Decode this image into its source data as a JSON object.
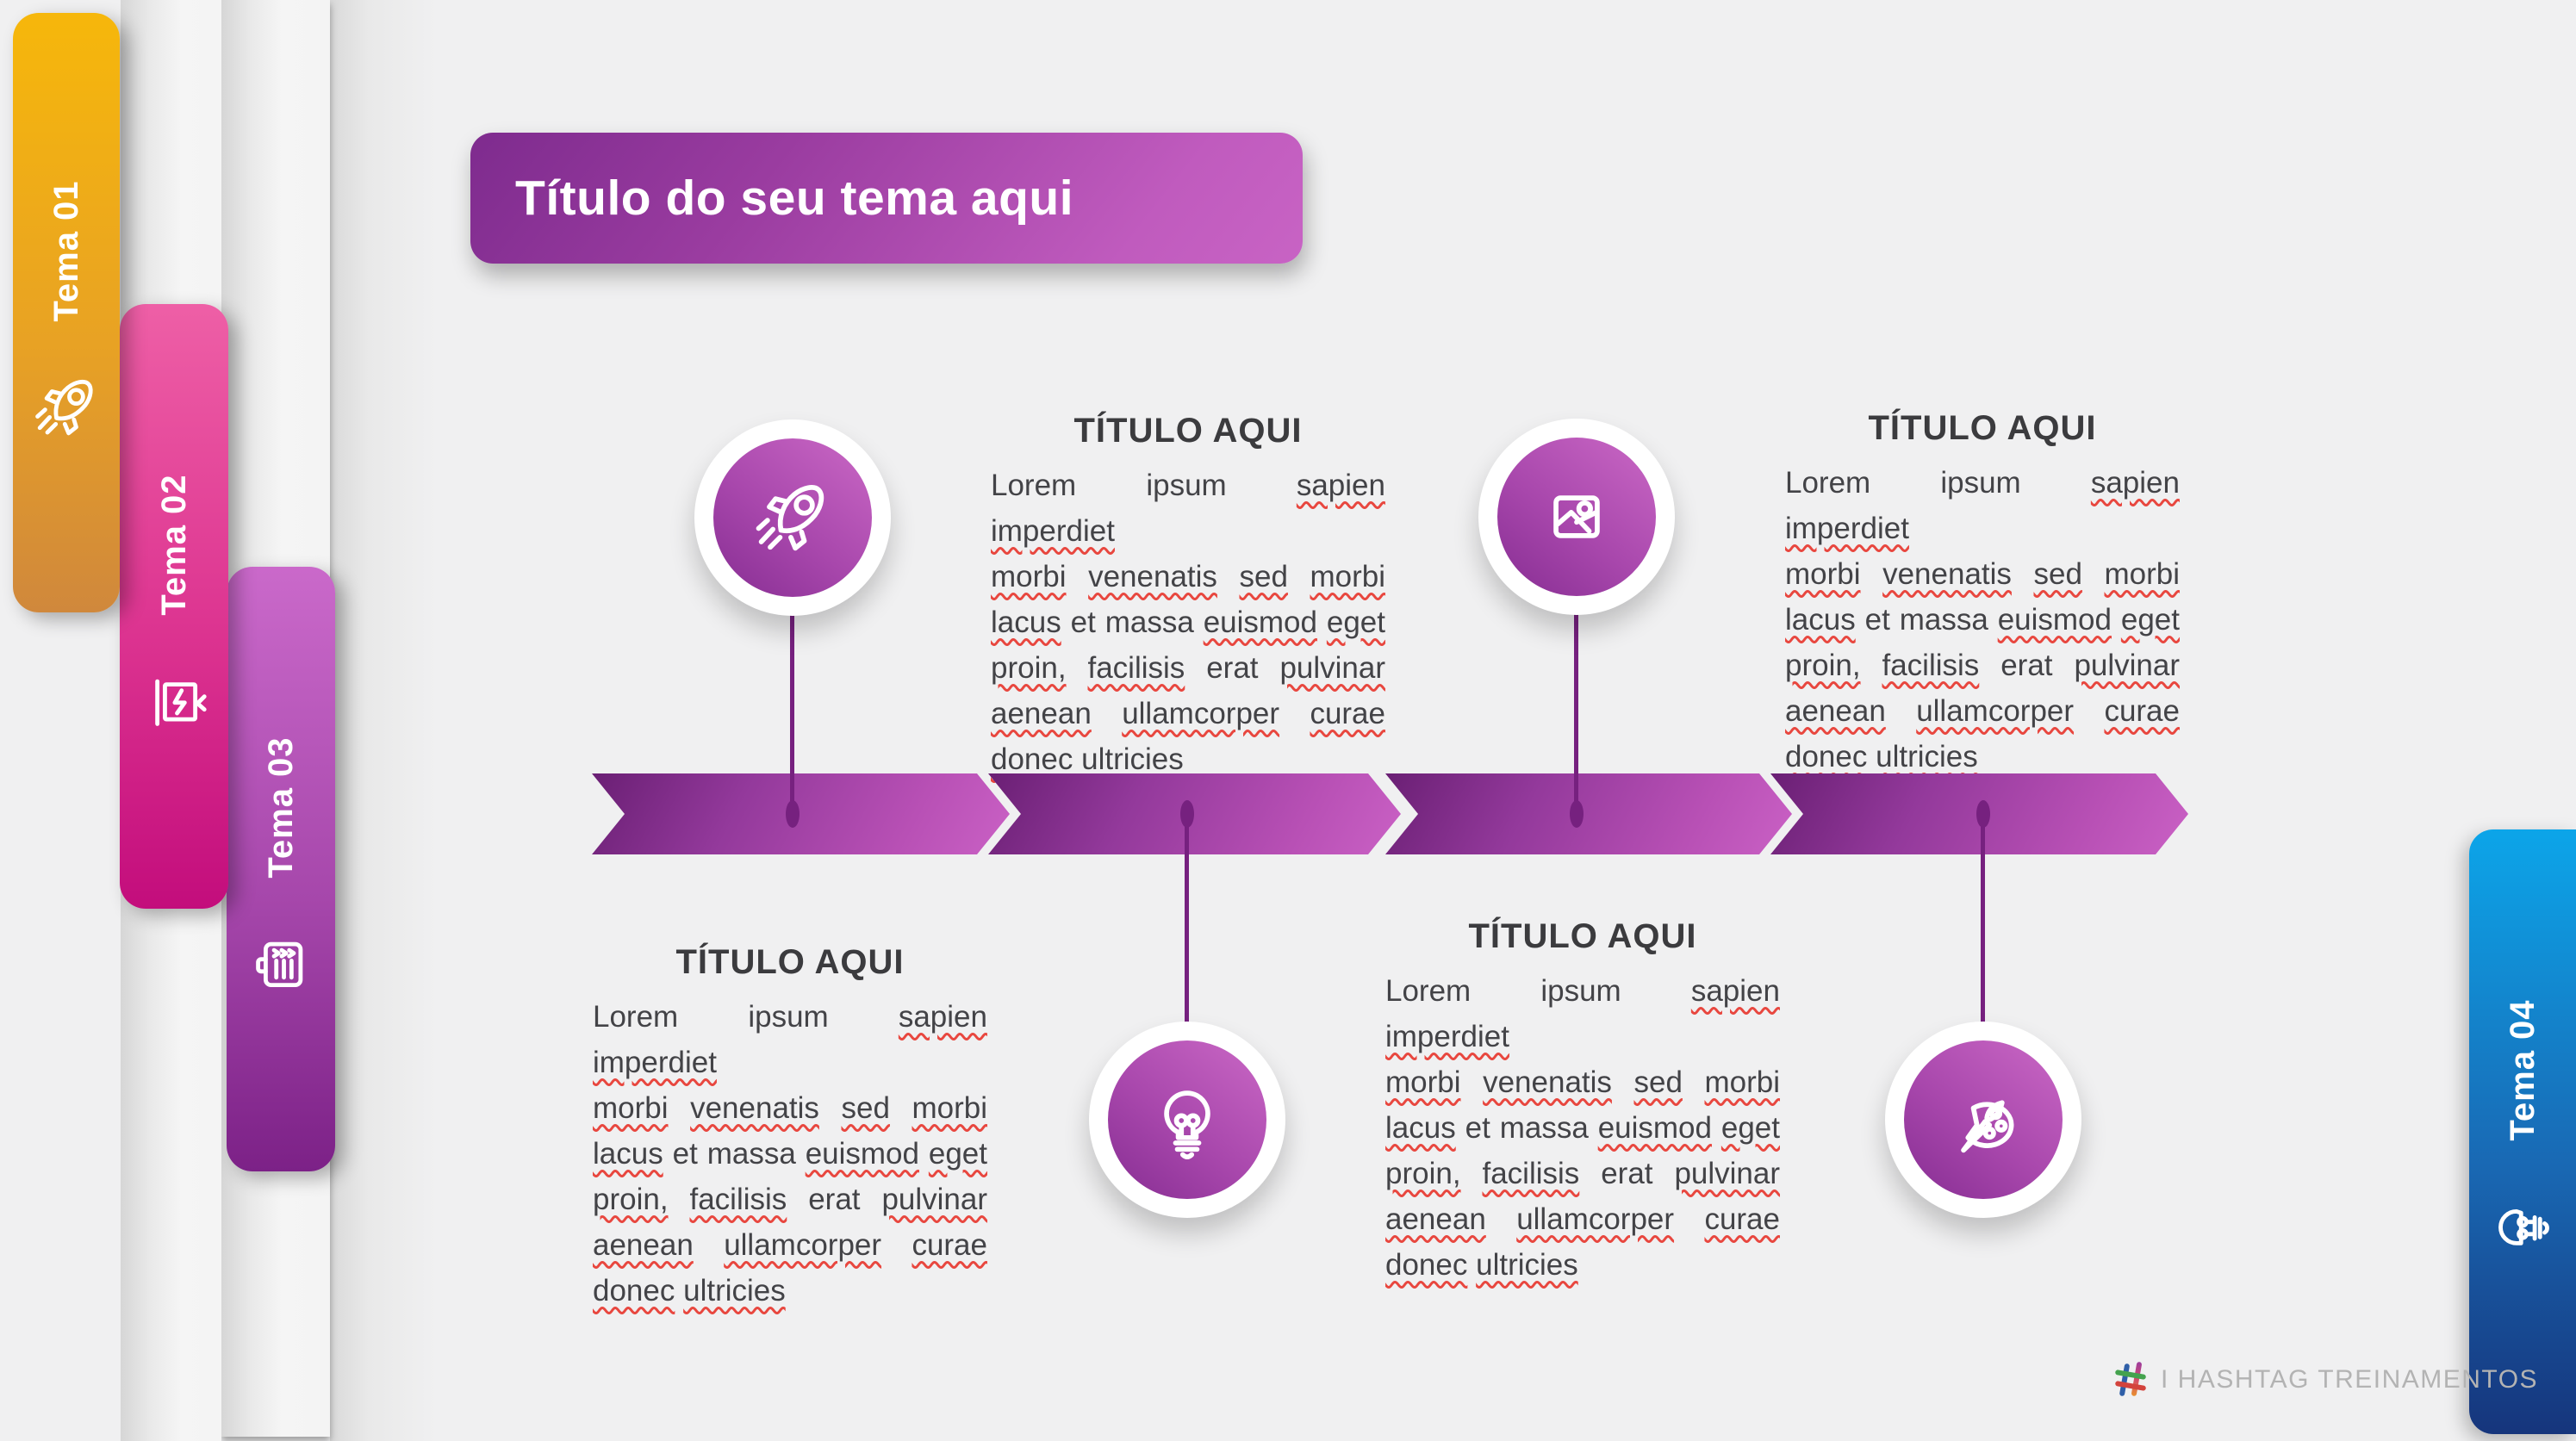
{
  "banner": {
    "text": "Título do seu tema aqui"
  },
  "tabs": [
    {
      "label": "Tema 01",
      "icon": "rocket-icon",
      "color_top": "#F6B70B",
      "color_bottom": "#D0883C"
    },
    {
      "label": "Tema 02",
      "icon": "flash-board-icon",
      "color_top": "#EE5FA6",
      "color_bottom": "#C30D7C"
    },
    {
      "label": "Tema 03",
      "icon": "clipboard-icon",
      "color_top": "#CA69CA",
      "color_bottom": "#7C2187"
    },
    {
      "label": "Tema 04",
      "icon": "lightbulb-side-icon",
      "color_top": "#0CA5E9",
      "color_bottom": "#16357C"
    }
  ],
  "timeline": {
    "segments": 4,
    "segment_color_dark": "#6A1F74",
    "segment_color_light": "#CA61C5",
    "connector_color": "#76217F"
  },
  "milestones": [
    {
      "position": "top",
      "icon": "rocket-icon",
      "title": "TÍTULO AQUI"
    },
    {
      "position": "bottom",
      "icon": "lightbulb-icon",
      "title": "TÍTULO AQUI"
    },
    {
      "position": "top",
      "icon": "image-icon",
      "title": "TÍTULO AQUI"
    },
    {
      "position": "bottom",
      "icon": "palette-icon",
      "title": "TÍTULO AQUI"
    }
  ],
  "body": {
    "lines": [
      [
        {
          "t": "Lorem"
        },
        {
          "t": "ipsum"
        },
        {
          "t": "sapien",
          "u": true
        },
        {
          "t": "imperdiet",
          "u": true
        }
      ],
      [
        {
          "t": "morbi",
          "u": true
        },
        {
          "t": "venenatis",
          "u": true
        },
        {
          "t": "sed",
          "u": true
        },
        {
          "t": "morbi",
          "u": true
        }
      ],
      [
        {
          "t": "lacus",
          "u": true
        },
        {
          "t": "et"
        },
        {
          "t": "massa"
        },
        {
          "t": "euismod",
          "u": true
        },
        {
          "t": "eget",
          "u": true
        }
      ],
      [
        {
          "t": "proin,",
          "u": true
        },
        {
          "t": "facilisis",
          "u": true
        },
        {
          "t": "erat"
        },
        {
          "t": "pulvinar",
          "u": true
        }
      ],
      [
        {
          "t": "aenean",
          "u": true
        },
        {
          "t": "ullamcorper",
          "u": true
        },
        {
          "t": "curae",
          "u": true
        }
      ],
      [
        {
          "t": "donec",
          "u": true
        },
        {
          "t": "ultricies",
          "u": true
        }
      ]
    ]
  },
  "footer": {
    "logo": "hashtag-logo",
    "text": "I HASHTAG TREINAMENTOS"
  },
  "colors": {
    "background": "#F0F0F1",
    "banner_gradient": [
      "#7E2B8E",
      "#C863C4"
    ],
    "circle_gradient": [
      "#8A3095",
      "#C765C3"
    ],
    "body_text": "#434347",
    "heading_text": "#3B3B3E",
    "squiggle": "#E8473F",
    "footer_text": "#B3B3B3"
  }
}
